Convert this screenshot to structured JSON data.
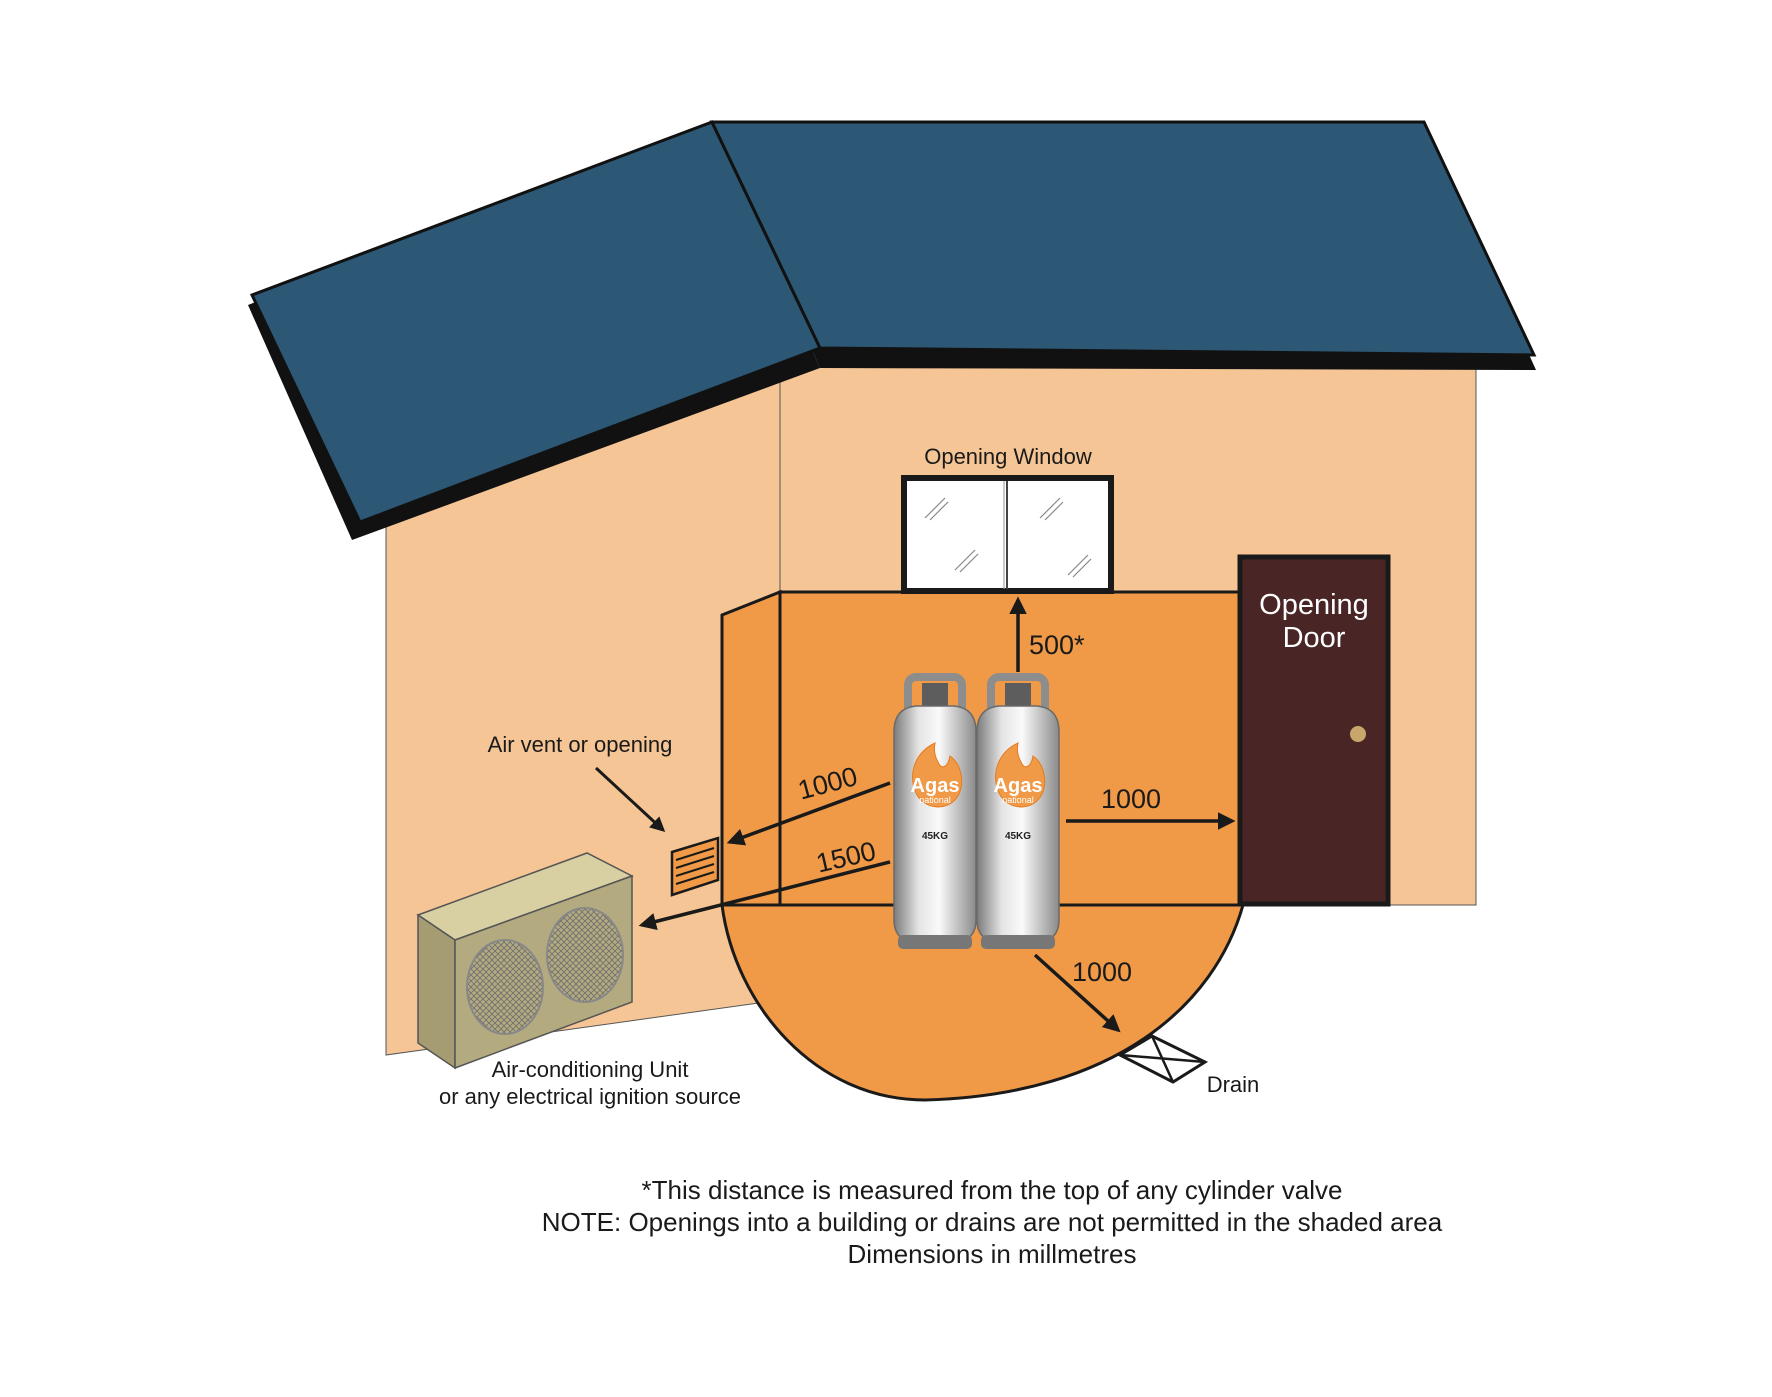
{
  "labels": {
    "window": "Opening Window",
    "door_line1": "Opening",
    "door_line2": "Door",
    "air_vent": "Air vent or opening",
    "ac_line1": "Air-conditioning Unit",
    "ac_line2": "or any electrical ignition source",
    "drain": "Drain"
  },
  "dimensions": {
    "to_window": "500*",
    "to_vent": "1000",
    "to_ac": "1500",
    "to_door": "1000",
    "to_drain": "1000"
  },
  "cylinders": [
    {
      "brand": "Agas",
      "sub": "national",
      "size": "45KG"
    },
    {
      "brand": "Agas",
      "sub": "national",
      "size": "45KG"
    }
  ],
  "notes": {
    "line1": "*This distance is measured from the top of any cylinder valve",
    "line2": "NOTE: Openings into a building or drains are not permitted in the shaded area",
    "line3": "Dimensions in millmetres"
  },
  "colors": {
    "roof": "#2d5875",
    "wall": "#f5c595",
    "shaded_area": "#f09a48",
    "door": "#4a2525",
    "ac_unit": "#b3aa80"
  }
}
